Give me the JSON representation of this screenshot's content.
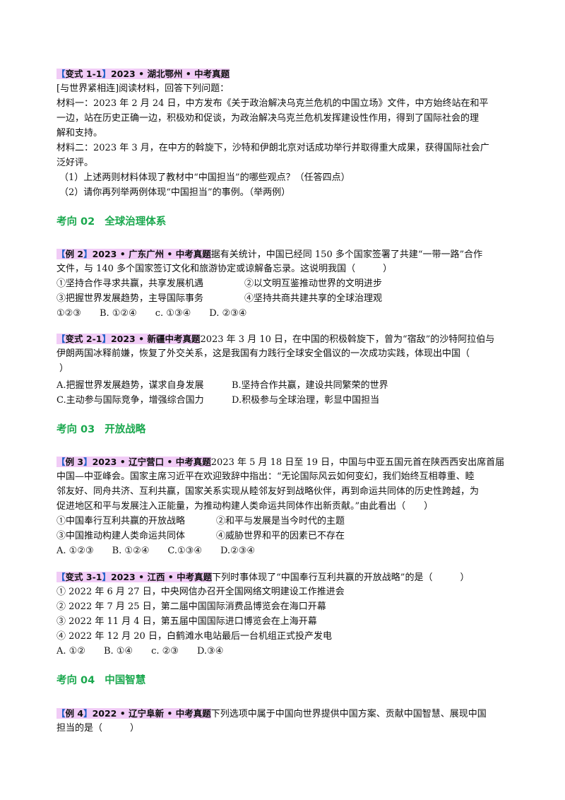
{
  "v11": {
    "tag_open": "【",
    "tag_label": "变式 1-1",
    "tag_close": "】",
    "source": "2023 • 湖北鄂州 • 中考真题",
    "lines": [
      "[与世界紧相连]阅读材料，回答下列问题：",
      "材料一：2023 年 2 月 24 日，中方发布《关于政治解决乌克兰危机的中国立场》文件，中方始终站在和平",
      "一边，站在历史正确一边，积极劝和促谈，为政治解决乌克兰危机发挥建设性作用，得到了国际社会的理",
      "解和支持。",
      "材料二：2023 年 3 月，在中方的斡旋下，沙特和伊朗北京对话成功举行并取得重大成果，获得国际社会广",
      "泛好评。",
      "（1）上述两则材料体现了教材中“中国担当”的哪些观点？（任答四点）",
      "（2）请你再列举两例体现“中国担当”的事例。（举两例）"
    ]
  },
  "sec2": {
    "num": "考向 02",
    "title": "全球治理体系"
  },
  "ex2": {
    "tag_open": "【",
    "tag_label": "例 2",
    "tag_close": "】",
    "source": "2023 • 广东广州 • 中考真题",
    "q1": "据有关统计，中国已经同 150 多个国家签署了共建“一带一路”合作",
    "q2": "文件，与 140 多个国家签订文化和旅游协定或谅解备忘录。这说明我国（　　　）",
    "o1": "①坚持合作寻求共赢，共享发展机遇",
    "o2": "②以文明互鉴推动世界的文明进步",
    "o3": "③把握世界发展趋势，主导国际事务",
    "o4": "④坚持共商共建共享的全球治理观",
    "choices": "①②③　　B. ①②④　　c. ①③④　　D. ②③④"
  },
  "v21": {
    "tag_open": "【",
    "tag_label": "变式 2-1",
    "tag_close": "】",
    "source": "2023 • 新疆中考真题",
    "q1": "2023 年 3 月 10 日，在中国的积极斡旋下，曾为“宿敌”的沙特阿拉伯与",
    "q2": "伊朗两国冰释前嫌，恢复了外交关系，这是我国有力践行全球安全倡议的一次成功实践，体现出中国（",
    "q3": "）",
    "oA": "A.把握世界发展趋势，谋求自身发展",
    "oB": "B.坚持合作共赢，建设共同繁荣的世界",
    "oC": "C.主动参与国际竞争，增强综合国力",
    "oD": "D.积极参与全球治理，彰显中国担当"
  },
  "sec3": {
    "num": "考向 03",
    "title": "开放战略"
  },
  "ex3": {
    "tag_open": "【",
    "tag_label": "例 3",
    "tag_close": "】",
    "source": "2023 • 辽宁营口 • 中考真题",
    "q1": "2023 年 5 月 18 日至 19 日，中国与中亚五国元首在陕西西安出席首届",
    "q2": "中国—中亚峰会。国家主席习近平在欢迎致辞中指出：“无论国际风云如何变幻，我们始终互相尊重、睦",
    "q3": "邻友好、同舟共济、互利共赢，国家关系实现从睦邻友好到战略伙伴，再到命运共同体的历史性跨越，为",
    "q4": "促进地区和平与发展注入正能量，为推动构建人类命运共同体作出新贡献。”由此看出（　　）",
    "o1": "①中国奉行互利共赢的开放战略",
    "o2": "②和平与发展是当今时代的主题",
    "o3": "③中国推动构建人类命运共同体",
    "o4": "④威胁世界和平的因素已不存在",
    "choices": "A. ①②③　　B. ①②④　　C.①③④　　D.②③④"
  },
  "v31": {
    "tag_open": "【",
    "tag_label": "变式 3-1",
    "tag_close": "】",
    "source": "2023 • 江西 • 中考真题",
    "q1": "下列时事体现了“中国奉行互利共赢的开放战略”的是（　　　）",
    "items": [
      "① 2022 年 6 月 27 日，中央网信办召开全国网络文明建设工作推进会",
      "② 2022 年 7 月 25 日，第二届中国国际消费品博览会在海口开幕",
      "③ 2022 年 11 月 4 日，第五届中国国际进口博览会在上海开幕",
      "④ 2022 年 12 月 20 日，白鹤滩水电站最后一台机组正式投产发电"
    ],
    "choices": "A. ①②　　B. ①④　　c. ②③　　D.③④"
  },
  "sec4": {
    "num": "考向 04",
    "title": "中国智慧"
  },
  "ex4": {
    "tag_open": "【",
    "tag_label": "例 4",
    "tag_close": "】",
    "source": "2022 • 辽宁阜新 • 中考真题",
    "q1": "下列选项中属于中国向世界提供中国方案、贡献中国智慧、展现中国",
    "q2": "担当的是（　　　）"
  }
}
